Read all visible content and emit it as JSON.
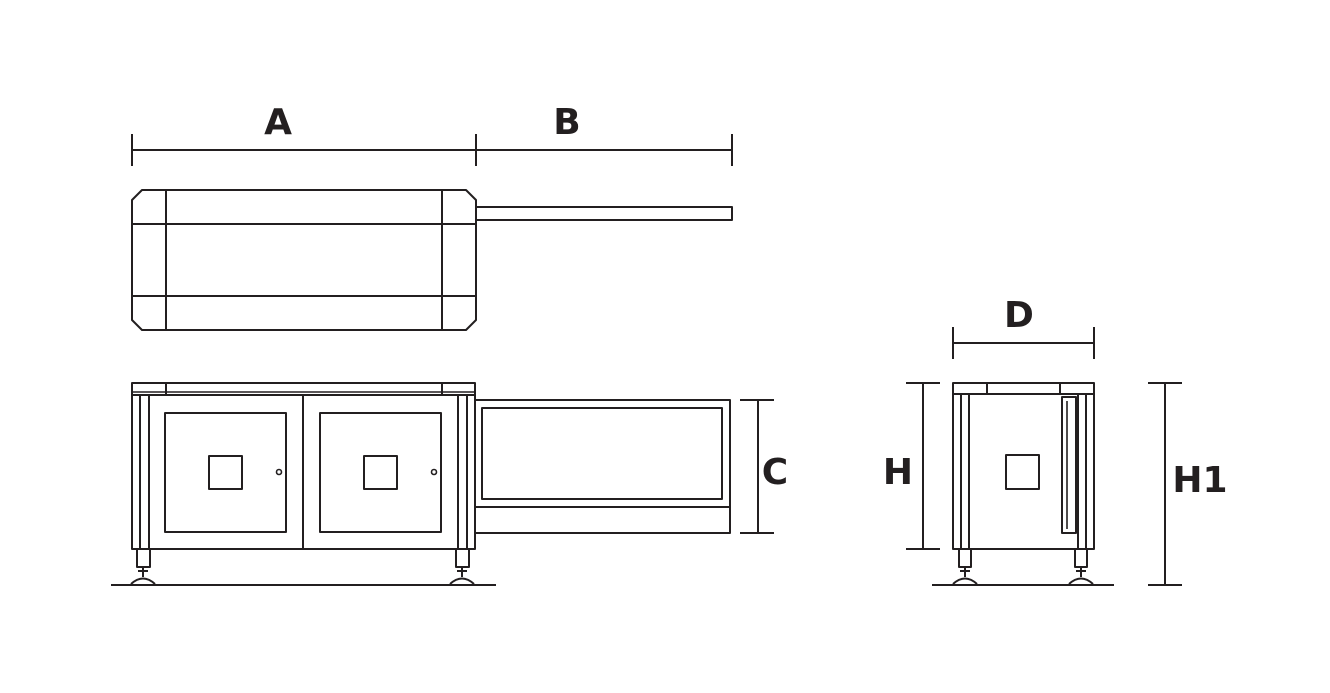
{
  "dimensions": {
    "a": "A",
    "b": "B",
    "c": "C",
    "d": "D",
    "h": "H",
    "h1": "H1"
  },
  "colors": {
    "line": "#231f20",
    "background": "#ffffff"
  }
}
